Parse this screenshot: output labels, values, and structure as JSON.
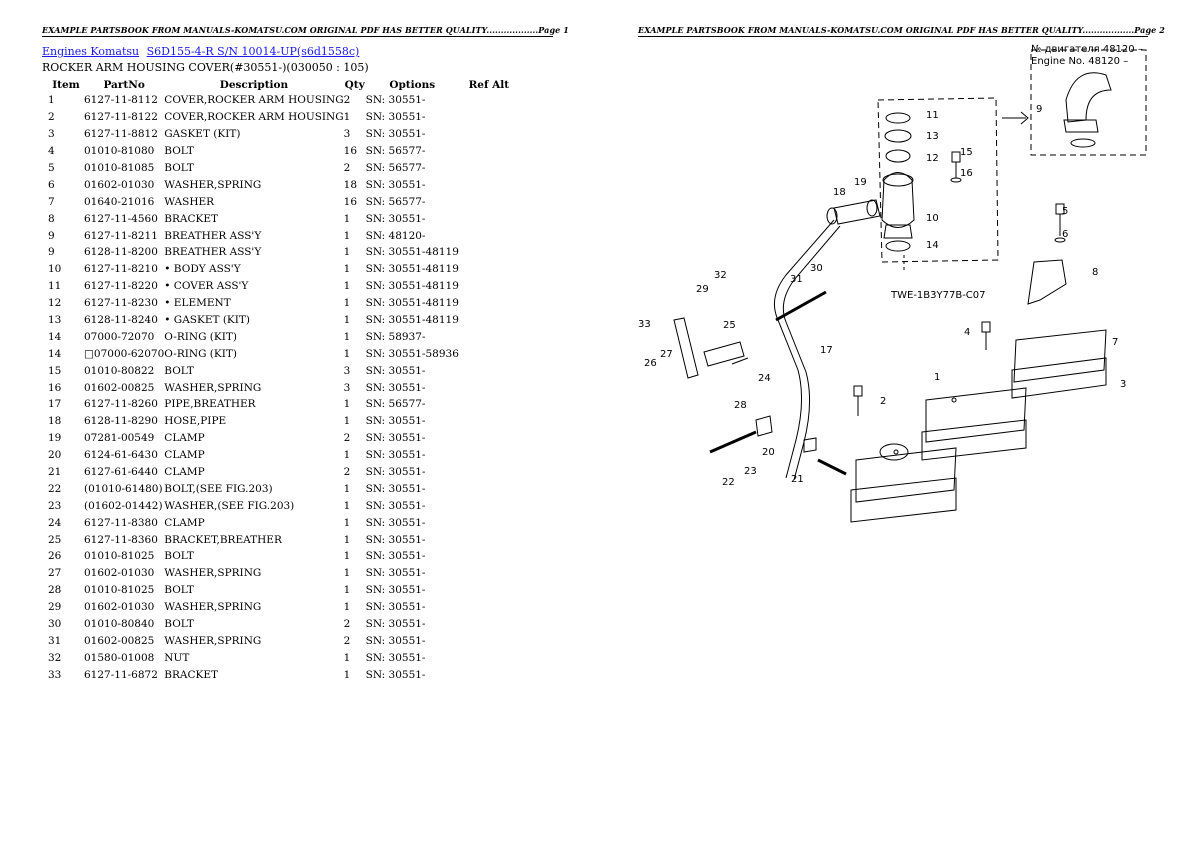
{
  "header": {
    "page1": "EXAMPLE PARTSBOOK FROM MANUALS-KOMATSU.COM ORIGINAL PDF HAS BETTER QUALITY..................Page 1",
    "page2": "EXAMPLE PARTSBOOK FROM MANUALS-KOMATSU.COM ORIGINAL PDF HAS BETTER QUALITY..................Page 2"
  },
  "breadcrumb": {
    "link1": "Engines Komatsu",
    "link2": "S6D155-4-R S/N 10014-UP(s6d1558c)"
  },
  "subtitle": "ROCKER ARM HOUSING COVER(#30551-)(030050 : 105)",
  "table": {
    "headers": [
      "Item",
      "PartNo",
      "Description",
      "Qty",
      "Options",
      "Ref Alt"
    ],
    "rows": [
      [
        "1",
        "6127-11-8112",
        "COVER,ROCKER ARM HOUSING",
        "2",
        "SN: 30551-"
      ],
      [
        "2",
        "6127-11-8122",
        "COVER,ROCKER ARM HOUSING",
        "1",
        "SN: 30551-"
      ],
      [
        "3",
        "6127-11-8812",
        "GASKET (KIT)",
        "3",
        "SN: 30551-"
      ],
      [
        "4",
        "01010-81080",
        "BOLT",
        "16",
        "SN: 56577-"
      ],
      [
        "5",
        "01010-81085",
        "BOLT",
        "2",
        "SN: 56577-"
      ],
      [
        "6",
        "01602-01030",
        "WASHER,SPRING",
        "18",
        "SN: 30551-"
      ],
      [
        "7",
        "01640-21016",
        "WASHER",
        "16",
        "SN: 56577-"
      ],
      [
        "8",
        "6127-11-4560",
        "BRACKET",
        "1",
        "SN: 30551-"
      ],
      [
        "9",
        "6127-11-8211",
        "BREATHER ASS'Y",
        "1",
        "SN: 48120-"
      ],
      [
        "9",
        "6128-11-8200",
        "BREATHER ASS'Y",
        "1",
        "SN: 30551-48119"
      ],
      [
        "10",
        "6127-11-8210",
        "• BODY ASS'Y",
        "1",
        "SN: 30551-48119"
      ],
      [
        "11",
        "6127-11-8220",
        "• COVER ASS'Y",
        "1",
        "SN: 30551-48119"
      ],
      [
        "12",
        "6127-11-8230",
        "• ELEMENT",
        "1",
        "SN: 30551-48119"
      ],
      [
        "13",
        "6128-11-8240",
        "• GASKET (KIT)",
        "1",
        "SN: 30551-48119"
      ],
      [
        "14",
        "07000-72070",
        "O-RING (KIT)",
        "1",
        "SN: 58937-"
      ],
      [
        "14",
        "□07000-62070",
        "O-RING (KIT)",
        "1",
        "SN: 30551-58936"
      ],
      [
        "15",
        "01010-80822",
        "BOLT",
        "3",
        "SN: 30551-"
      ],
      [
        "16",
        "01602-00825",
        "WASHER,SPRING",
        "3",
        "SN: 30551-"
      ],
      [
        "17",
        "6127-11-8260",
        "PIPE,BREATHER",
        "1",
        "SN: 56577-"
      ],
      [
        "18",
        "6128-11-8290",
        "HOSE,PIPE",
        "1",
        "SN: 30551-"
      ],
      [
        "19",
        "07281-00549",
        "CLAMP",
        "2",
        "SN: 30551-"
      ],
      [
        "20",
        "6124-61-6430",
        "CLAMP",
        "1",
        "SN: 30551-"
      ],
      [
        "21",
        "6127-61-6440",
        "CLAMP",
        "2",
        "SN: 30551-"
      ],
      [
        "22",
        "(01010-61480)",
        "BOLT,(SEE FIG.203)",
        "1",
        "SN: 30551-"
      ],
      [
        "23",
        "(01602-01442)",
        "WASHER,(SEE FIG.203)",
        "1",
        "SN: 30551-"
      ],
      [
        "24",
        "6127-11-8380",
        "CLAMP",
        "1",
        "SN: 30551-"
      ],
      [
        "25",
        "6127-11-8360",
        "BRACKET,BREATHER",
        "1",
        "SN: 30551-"
      ],
      [
        "26",
        "01010-81025",
        "BOLT",
        "1",
        "SN: 30551-"
      ],
      [
        "27",
        "01602-01030",
        "WASHER,SPRING",
        "1",
        "SN: 30551-"
      ],
      [
        "28",
        "01010-81025",
        "BOLT",
        "1",
        "SN: 30551-"
      ],
      [
        "29",
        "01602-01030",
        "WASHER,SPRING",
        "1",
        "SN: 30551-"
      ],
      [
        "30",
        "01010-80840",
        "BOLT",
        "2",
        "SN: 30551-"
      ],
      [
        "31",
        "01602-00825",
        "WASHER,SPRING",
        "2",
        "SN: 30551-"
      ],
      [
        "32",
        "01580-01008",
        "NUT",
        "1",
        "SN: 30551-"
      ],
      [
        "33",
        "6127-11-6872",
        "BRACKET",
        "1",
        "SN: 30551-"
      ]
    ]
  },
  "diagram": {
    "inset_line1": "№ двигателя 48120 –",
    "inset_line2": "Engine No. 48120 –",
    "callouts": [
      "1",
      "2",
      "3",
      "4",
      "5",
      "6",
      "7",
      "8",
      "9",
      "10",
      "11",
      "12",
      "13",
      "14",
      "15",
      "16",
      "17",
      "18",
      "19",
      "20",
      "21",
      "22",
      "23",
      "24",
      "25",
      "26",
      "27",
      "28",
      "29",
      "30",
      "31",
      "32",
      "33"
    ],
    "figure_code": "TWE-1B3Y77B-C07"
  }
}
